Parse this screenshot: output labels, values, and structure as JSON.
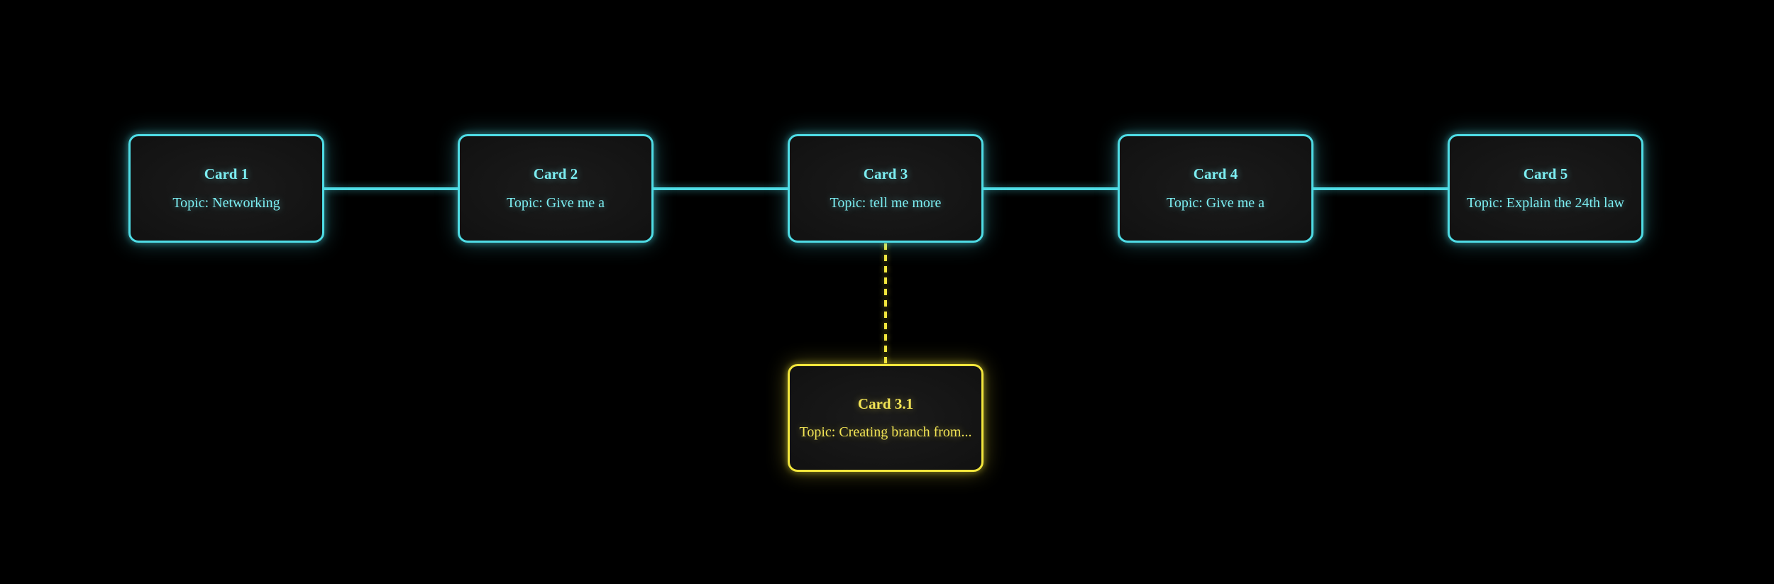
{
  "diagram": {
    "background": "#000000",
    "theme": {
      "cyan_border": "#4fdde6",
      "cyan_text": "#7ceef2",
      "yellow_border": "#f2e63c",
      "yellow_text": "#f2e455",
      "card_background": "#151515"
    },
    "cards": [
      {
        "id": "card-1",
        "title": "Card 1",
        "topic": "Topic: Networking",
        "variant": "cyan"
      },
      {
        "id": "card-2",
        "title": "Card 2",
        "topic": "Topic: Give me a",
        "variant": "cyan"
      },
      {
        "id": "card-3",
        "title": "Card 3",
        "topic": "Topic: tell me more",
        "variant": "cyan"
      },
      {
        "id": "card-4",
        "title": "Card 4",
        "topic": "Topic: Give me a",
        "variant": "cyan"
      },
      {
        "id": "card-5",
        "title": "Card 5",
        "topic": "Topic: Explain the 24th law",
        "variant": "cyan"
      },
      {
        "id": "card-3-1",
        "title": "Card 3.1",
        "topic": "Topic: Creating branch from...",
        "variant": "yellow"
      }
    ],
    "connections": [
      {
        "from": "card-1",
        "to": "card-2",
        "style": "solid"
      },
      {
        "from": "card-2",
        "to": "card-3",
        "style": "solid"
      },
      {
        "from": "card-3",
        "to": "card-4",
        "style": "solid"
      },
      {
        "from": "card-4",
        "to": "card-5",
        "style": "solid"
      },
      {
        "from": "card-3",
        "to": "card-3-1",
        "style": "dashed"
      }
    ]
  }
}
